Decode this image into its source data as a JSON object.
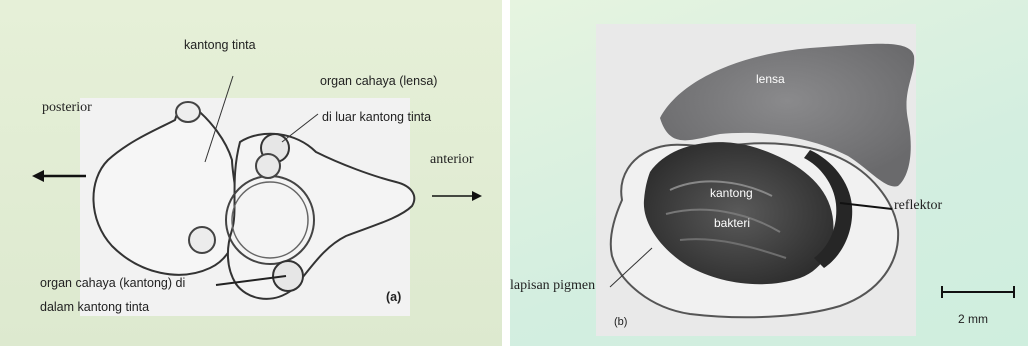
{
  "panel_a": {
    "labels": {
      "kantong_tinta": "kantong tinta",
      "organ_cahaya_lensa": "organ cahaya (lensa)",
      "di_luar": "di luar  kantong tinta",
      "posterior": "posterior",
      "anterior": "anterior",
      "organ_kantong_line1": "organ  cahaya  (kantong)  di",
      "organ_kantong_line2": "dalam kantong tinta",
      "panel_letter": "(a)"
    }
  },
  "panel_b": {
    "labels": {
      "lensa": "lensa",
      "kantong": "kantong",
      "bakteri": "bakteri",
      "reflektor": "reflektor",
      "lapisan_pigmen": "lapisan pigmen",
      "panel_letter": "(b)",
      "scale": "2 mm"
    }
  },
  "colors": {
    "panel_a_background": "#e2edd4",
    "panel_b_background": "#d6efe0",
    "photo_tone": "#7a7a7a",
    "line": "#222222"
  }
}
